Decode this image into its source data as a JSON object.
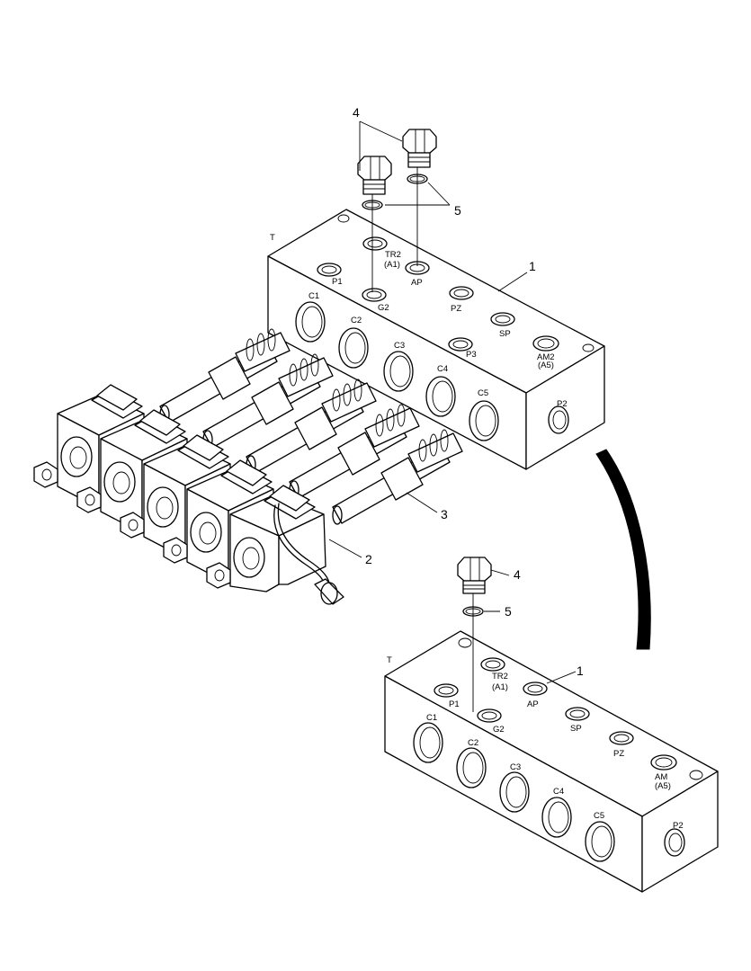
{
  "callouts": {
    "c1_top": "1",
    "c2": "2",
    "c3": "3",
    "c4_top": "4",
    "c5_top": "5",
    "c4_bot": "4",
    "c5_bot": "5",
    "c1_bot": "1"
  },
  "top_block": {
    "t": "T",
    "tr2": "TR2",
    "a1": "(A1)",
    "p1": "P1",
    "ap": "AP",
    "g2": "G2",
    "pz": "PZ",
    "sp": "SP",
    "p3": "P3",
    "am2": "AM2",
    "a5": "(A5)",
    "c1": "C1",
    "c2": "C2",
    "c3": "C3",
    "c4": "C4",
    "c5": "C5",
    "p2": "P2"
  },
  "bottom_block": {
    "t": "T",
    "tr2": "TR2",
    "a1": "(A1)",
    "p1": "P1",
    "ap": "AP",
    "g2": "G2",
    "sp": "SP",
    "pz": "PZ",
    "am": "AM",
    "a5": "(A5)",
    "c1": "C1",
    "c2": "C2",
    "c3": "C3",
    "c4": "C4",
    "c5": "C5",
    "p2": "P2"
  }
}
